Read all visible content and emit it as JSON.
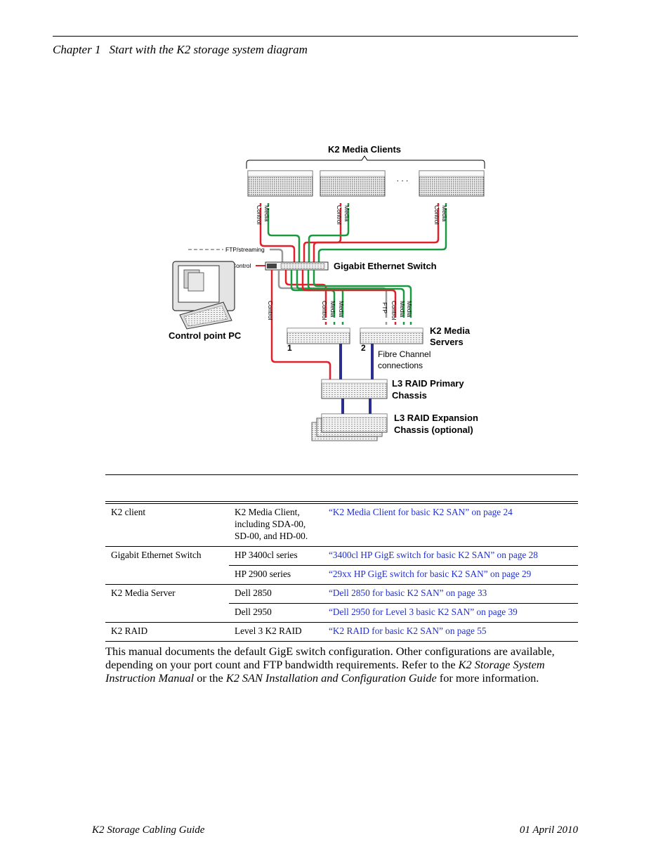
{
  "header": {
    "chapter_label": "Chapter 1",
    "chapter_title": "Start with the K2 storage system diagram"
  },
  "diagram": {
    "clients_label": "K2 Media Clients",
    "ellipsis": ". . .",
    "media": "Media",
    "control": "Control",
    "ftp": "FTP",
    "ftp_streaming": "FTP/streaming",
    "switch_label": "Gigabit Ethernet Switch",
    "control_pc_label": "Control point PC",
    "servers_label_line1": "K2 Media",
    "servers_label_line2": "Servers",
    "server1": "1",
    "server2": "2",
    "fibre_line1": "Fibre Channel",
    "fibre_line2": "connections",
    "raid_primary_line1": "L3 RAID Primary",
    "raid_primary_line2": "Chassis",
    "raid_exp_line1": "L3 RAID Expansion",
    "raid_exp_line2": "Chassis (optional)",
    "colors": {
      "control": "#e0202a",
      "media": "#1a9a40",
      "ftp": "#999999",
      "fibre": "#2a2f8f"
    }
  },
  "table": {
    "rows": [
      {
        "component": "K2 client",
        "model": "K2 Media Client, including SDA-00, SD-00, and HD-00.",
        "link": "“K2 Media Client for basic K2 SAN” on page 24"
      },
      {
        "component": "Gigabit Ethernet Switch",
        "model": "HP 3400cl series",
        "link": "“3400cl HP GigE switch for basic K2 SAN” on page 28"
      },
      {
        "component": "",
        "model": "HP 2900 series",
        "link": "“29xx HP GigE switch for basic K2 SAN” on page 29"
      },
      {
        "component": "K2 Media Server",
        "model": "Dell 2850",
        "link": "“Dell 2850 for basic K2 SAN” on page 33"
      },
      {
        "component": "",
        "model": "Dell 2950",
        "link": "“Dell 2950 for Level 3 basic K2 SAN” on page 39"
      },
      {
        "component": "K2 RAID",
        "model": "Level 3 K2 RAID",
        "link": "“K2 RAID for basic K2 SAN” on page 55"
      }
    ]
  },
  "paragraph": {
    "part1": "This manual documents the default GigE switch configuration. Other configurations are available, depending on your port count and FTP bandwidth requirements. Refer to the ",
    "title1": "K2 Storage System Instruction Manual",
    "part2": " or the ",
    "title2": "K2 SAN Installation and Configuration Guide",
    "part3": " for more information."
  },
  "footer": {
    "left": "K2 Storage Cabling Guide",
    "right": "01 April 2010"
  }
}
